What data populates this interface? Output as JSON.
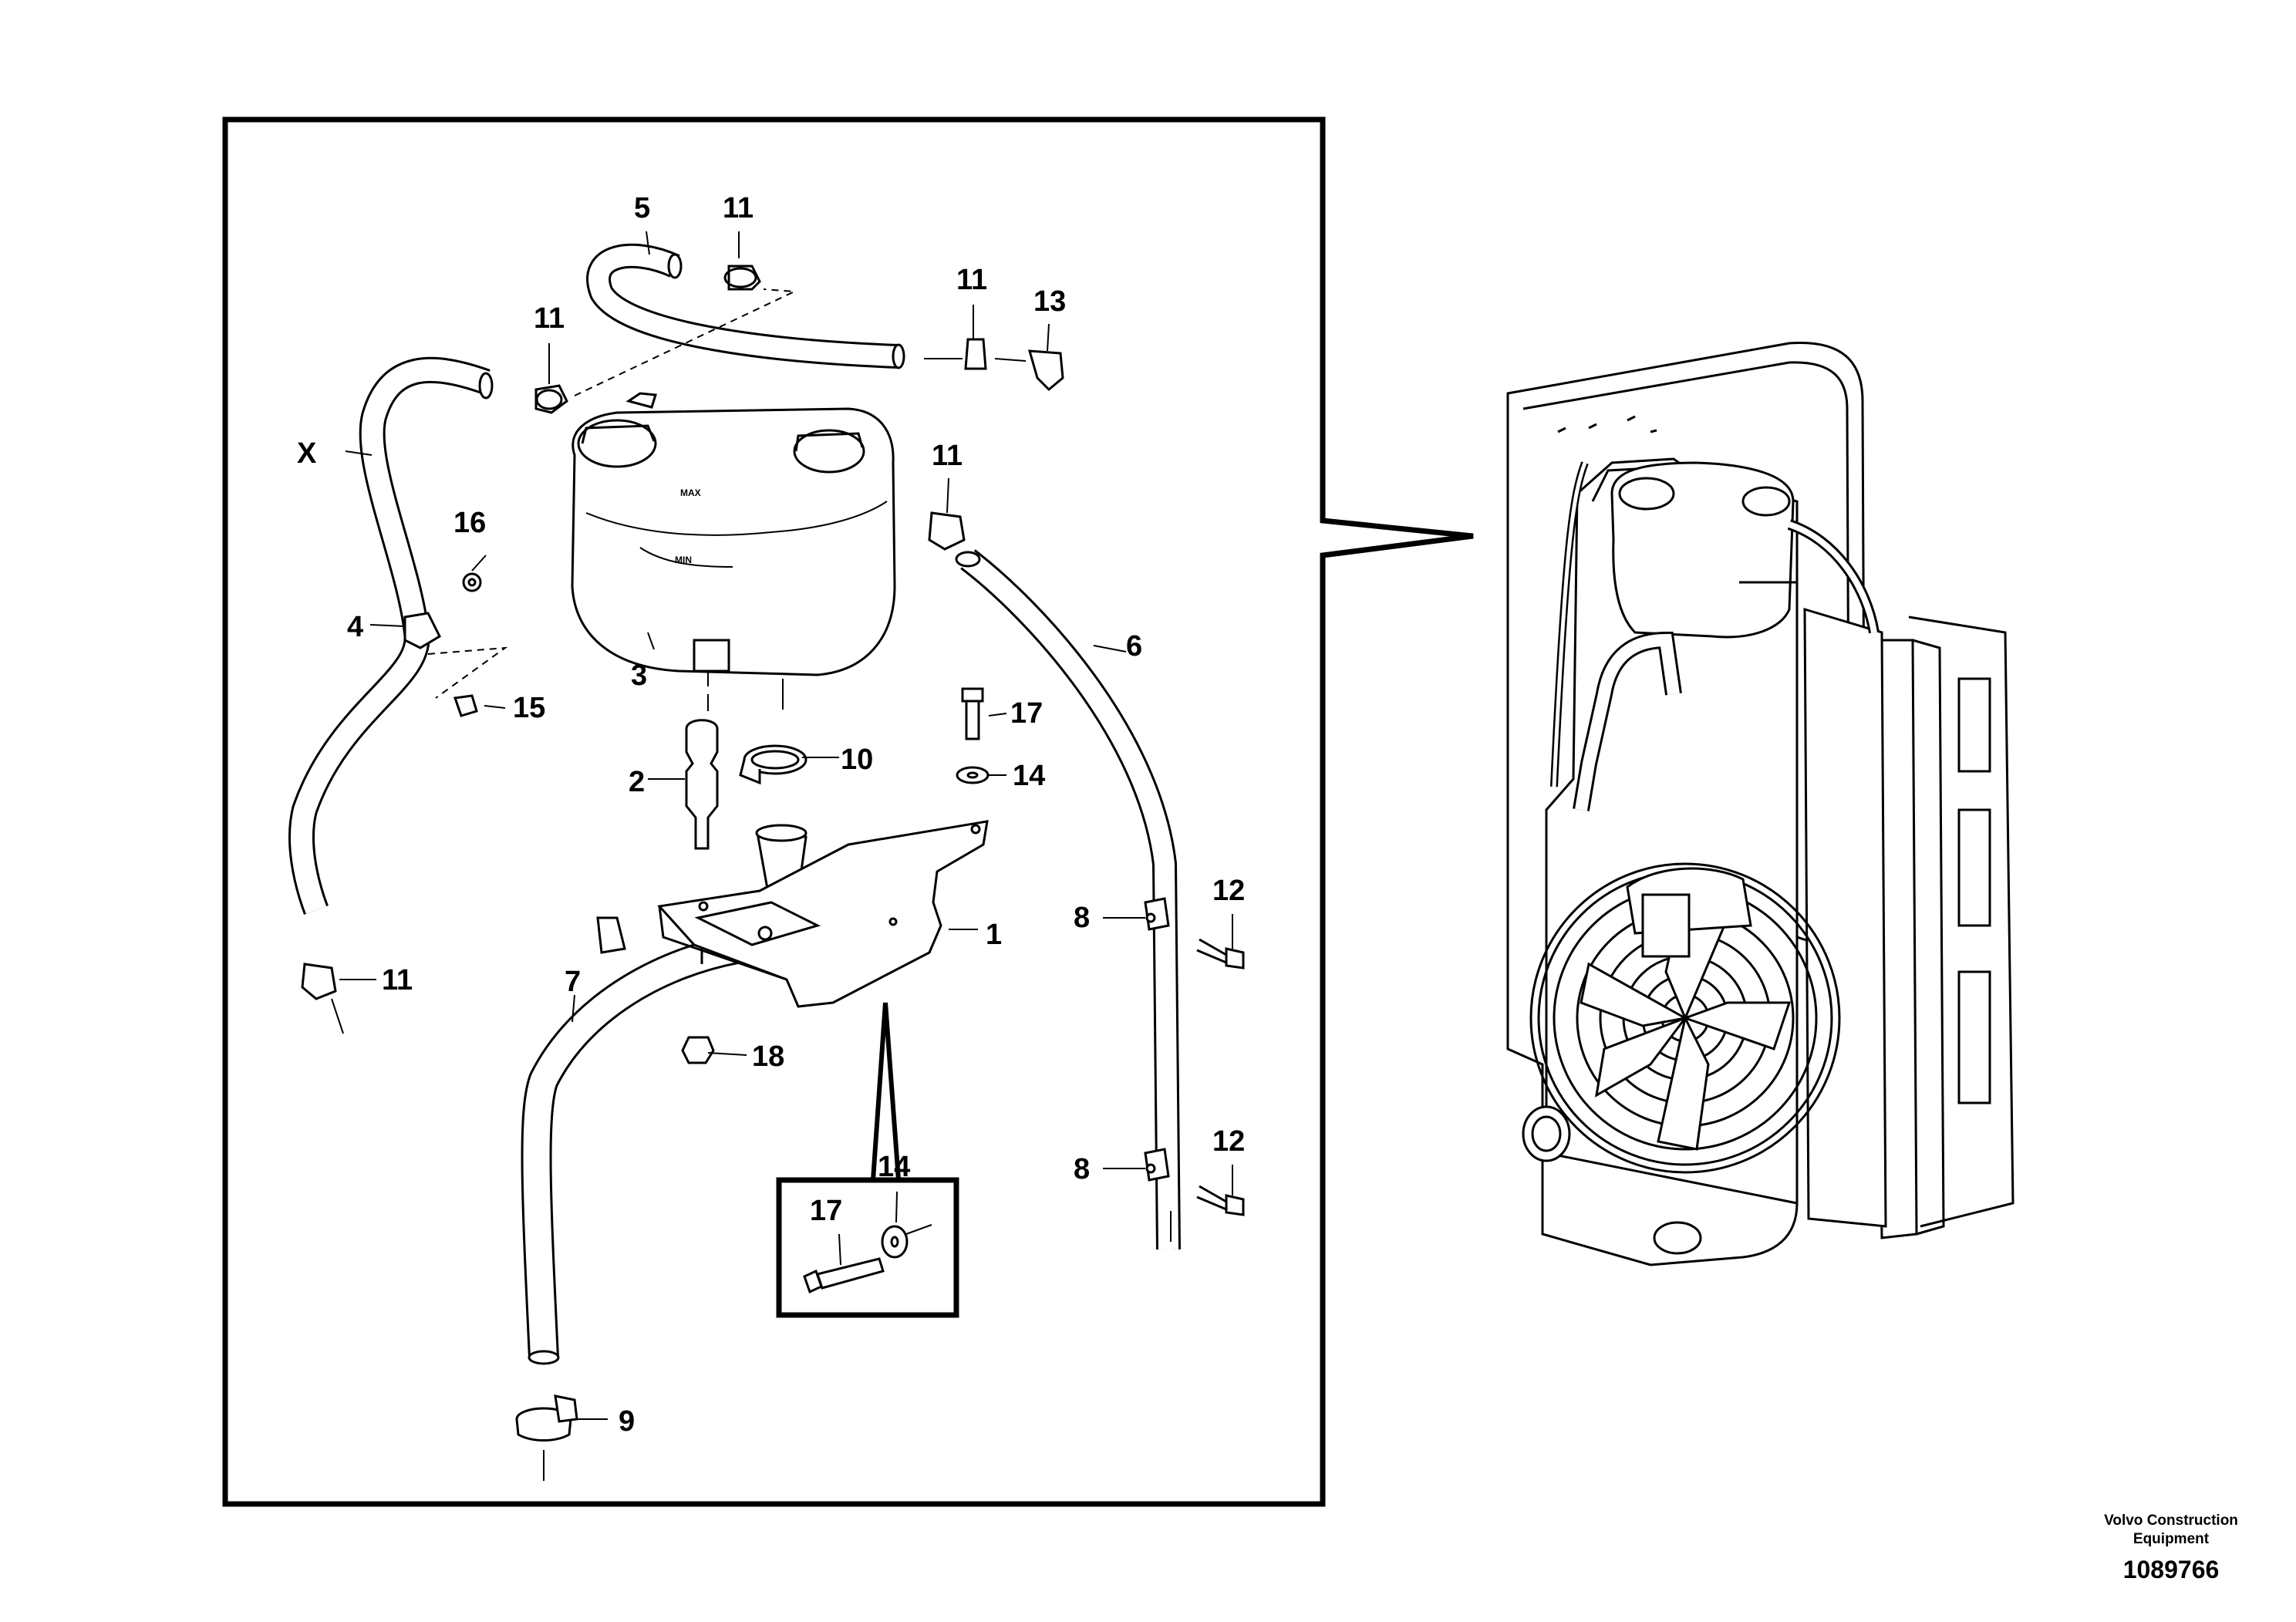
{
  "callouts": {
    "p1": "1",
    "p2": "2",
    "p3": "3",
    "p4": "4",
    "p5": "5",
    "p6": "6",
    "p7": "7",
    "p8a": "8",
    "p8b": "8",
    "p9": "9",
    "p10": "10",
    "p11a": "11",
    "p11b": "11",
    "p11c": "11",
    "p11d": "11",
    "p11e": "11",
    "p12a": "12",
    "p12b": "12",
    "p13": "13",
    "p14a": "14",
    "p14b": "14",
    "p15": "15",
    "p16": "16",
    "p17a": "17",
    "p17b": "17",
    "p18": "18",
    "x": "X"
  },
  "tank_marks": {
    "max": "MAX",
    "min": "MIN"
  },
  "footer": {
    "brand_line1": "Volvo Construction",
    "brand_line2": "Equipment",
    "doc_number": "1089766"
  }
}
